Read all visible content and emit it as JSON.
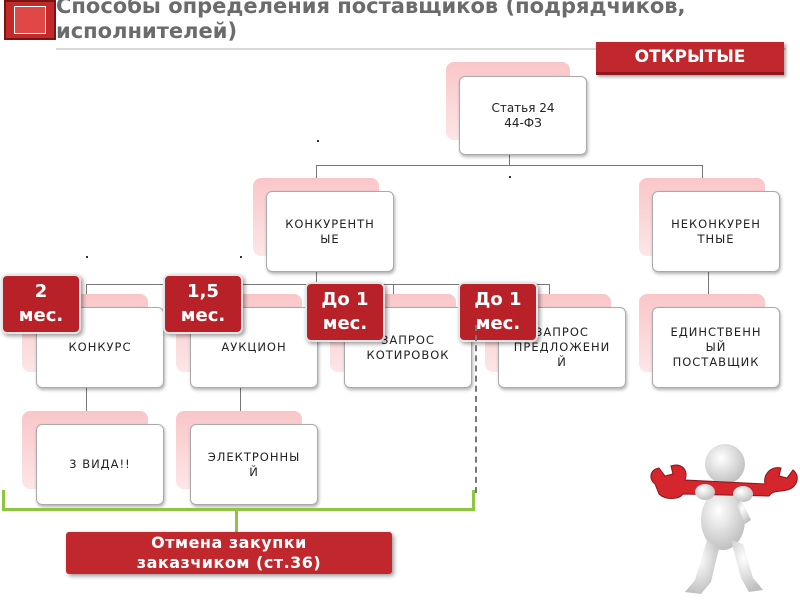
{
  "title": "Способы определения поставщиков (подрядчиков, исполнителей)",
  "badge_open": "ОТКРЫТЫЕ",
  "root": {
    "line1": "Статья 24",
    "line2": "44-ФЗ"
  },
  "competitive": {
    "line1": "КОНКУРЕНТН",
    "line2": "ЫЕ"
  },
  "noncompetitive": {
    "line1": "НЕКОНКУРЕН",
    "line2": "ТНЫЕ"
  },
  "contest": "КОНКУРС",
  "auction": "АУКЦИОН",
  "quote_request": {
    "line1": "ЗАПРОС",
    "line2": "КОТИРОВОК"
  },
  "proposal_request": {
    "line1": "ЗАПРОС",
    "line2": "ПРЕДЛОЖЕНИ",
    "line3": "Й"
  },
  "sole_supplier": {
    "line1": "ЕДИНСТВЕНН",
    "line2": "ЫЙ",
    "line3": "ПОСТАВЩИК"
  },
  "three_types": "3 ВИДА!!",
  "electronic": {
    "line1": "ЭЛЕКТРОННЫ",
    "line2": "Й"
  },
  "terms": [
    {
      "line1": "2",
      "line2": "мес."
    },
    {
      "line1": "1,5",
      "line2": "мес."
    },
    {
      "line1": "До 1",
      "line2": "мес."
    },
    {
      "line1": "До 1",
      "line2": "мес."
    }
  ],
  "cancel": {
    "line1": "Отмена закупки",
    "line2": "заказчиком (ст.36)"
  },
  "colors": {
    "accent": "#c0282d",
    "bracket": "#8dc63f"
  },
  "illustration": "figure-with-wrench"
}
